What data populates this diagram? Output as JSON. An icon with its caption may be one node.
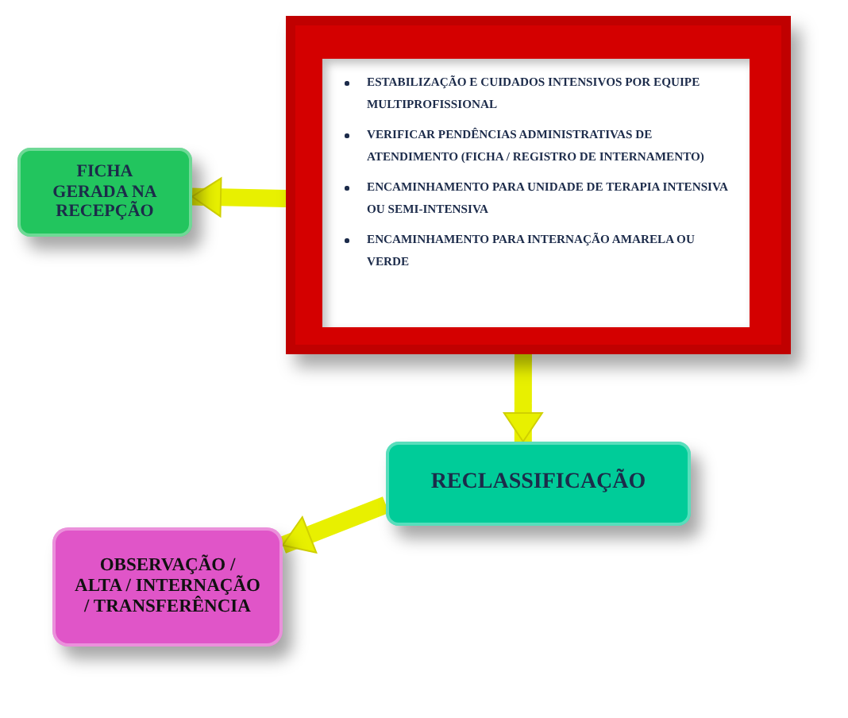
{
  "diagram": {
    "nodes": [
      {
        "text": [
          "ESTABILIZAÇÃO E CUIDADOS INTENSIVOS POR EQUIPE MULTIPROFISSIONAL",
          "VERIFICAR PENDÊNCIAS ADMINISTRATIVAS DE ATENDIMENTO (FICHA / REGISTRO DE INTERNAMENTO)",
          "ENCAMINHAMENTO PARA UNIDADE DE TERAPIA INTENSIVA OU SEMI-INTENSIVA",
          "ENCAMINHAMENTO PARA INTERNAÇÃO AMARELA OU VERDE"
        ]
      },
      {
        "text": [
          "FICHA GERADA NA RECEPÇÃO"
        ]
      },
      {
        "text": [
          "RECLASSIFICAÇÃO"
        ]
      },
      {
        "text": [
          "OBSERVAÇÃO / ALTA / INTERNAÇÃO / TRANSFERÊNCIA"
        ]
      }
    ],
    "edges": [
      {
        "from": 0,
        "to": 1,
        "arrow": "to"
      },
      {
        "from": 0,
        "to": 2,
        "arrow": "to"
      },
      {
        "from": 2,
        "to": 3,
        "arrow": "to"
      }
    ]
  }
}
